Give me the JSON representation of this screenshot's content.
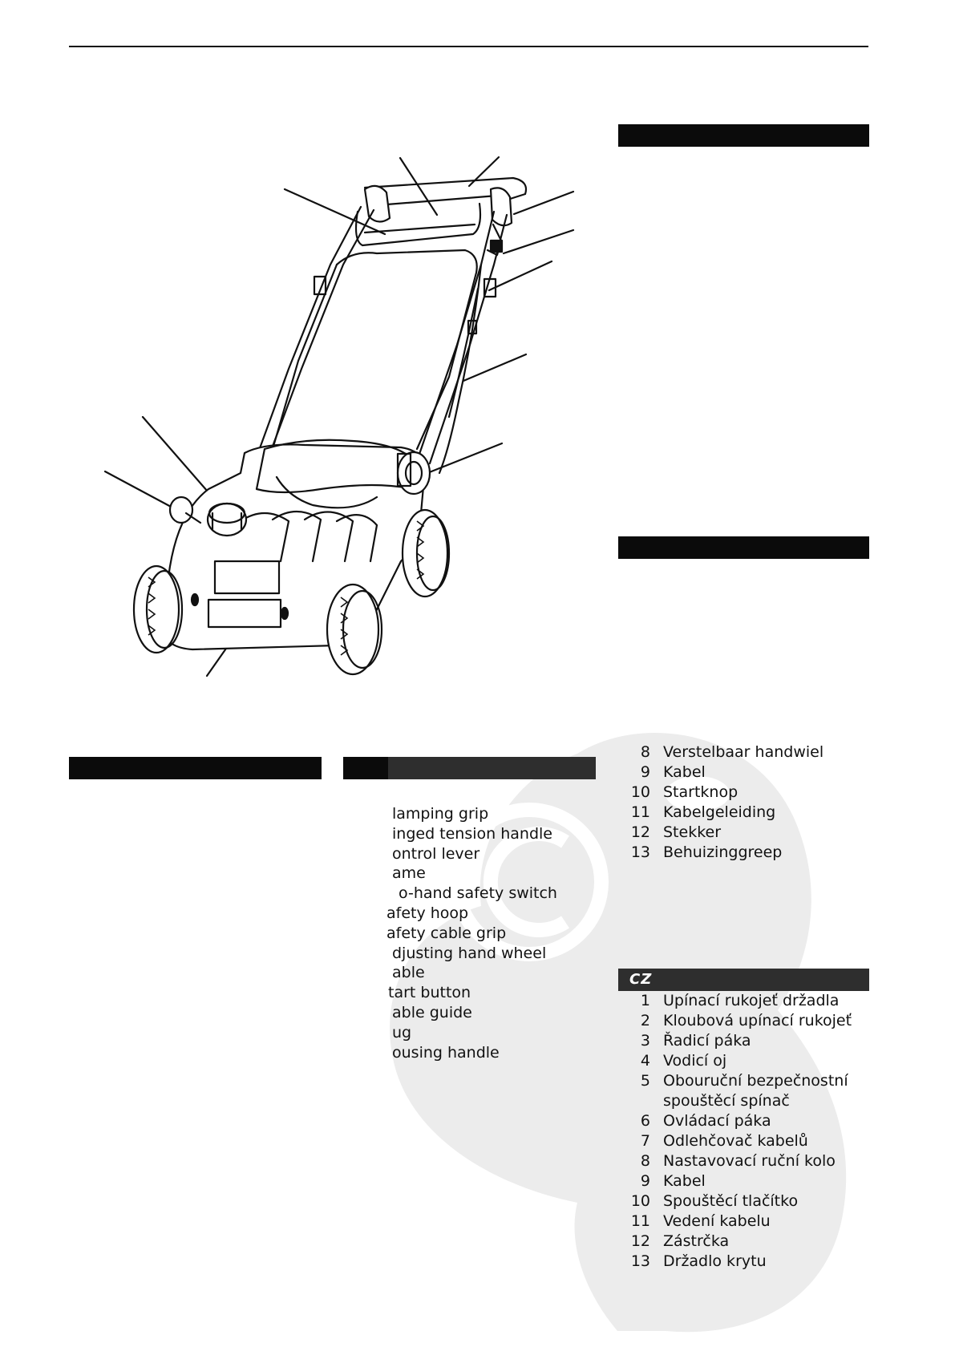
{
  "header_bars": {
    "cz_label": "CZ"
  },
  "english_list": [
    {
      "text": "lamping grip",
      "indent": 9
    },
    {
      "text": "inged tension handle",
      "indent": 9
    },
    {
      "text": "ontrol lever",
      "indent": 9
    },
    {
      "text": "ame",
      "indent": 9
    },
    {
      "text": "o-hand safety switch",
      "indent": 17
    },
    {
      "text": "afety hoop",
      "indent": 2
    },
    {
      "text": "afety cable grip",
      "indent": 2
    },
    {
      "text": "djusting hand wheel",
      "indent": 9
    },
    {
      "text": "able",
      "indent": 9
    },
    {
      "text": "tart button",
      "indent": 4
    },
    {
      "text": "able guide",
      "indent": 9
    },
    {
      "text": "ug",
      "indent": 9
    },
    {
      "text": "ousing handle",
      "indent": 9
    }
  ],
  "dutch_list": [
    {
      "num": "8",
      "text": "Verstelbaar handwiel"
    },
    {
      "num": "9",
      "text": "Kabel"
    },
    {
      "num": "10",
      "text": "Startknop"
    },
    {
      "num": "11",
      "text": "Kabelgeleiding"
    },
    {
      "num": "12",
      "text": "Stekker"
    },
    {
      "num": "13",
      "text": "Behuizinggreep"
    }
  ],
  "czech_list": [
    {
      "num": "1",
      "text": "Upínací rukojeť držadla"
    },
    {
      "num": "2",
      "text": "Kloubová upínací rukojeť"
    },
    {
      "num": "3",
      "text": "Řadicí páka"
    },
    {
      "num": "4",
      "text": "Vodicí oj"
    },
    {
      "num": "5",
      "text": "Obouruční bezpečnostní",
      "cont": "spouštěcí spínač"
    },
    {
      "num": "6",
      "text": "Ovládací páka"
    },
    {
      "num": "7",
      "text": "Odlehčovač kabelů"
    },
    {
      "num": "8",
      "text": "Nastavovací ruční kolo"
    },
    {
      "num": "9",
      "text": "Kabel"
    },
    {
      "num": "10",
      "text": "Spouštěcí tlačítko"
    },
    {
      "num": "11",
      "text": "Vedení kabelu"
    },
    {
      "num": "12",
      "text": "Zástrčka"
    },
    {
      "num": "13",
      "text": "Držadlo krytu"
    }
  ]
}
